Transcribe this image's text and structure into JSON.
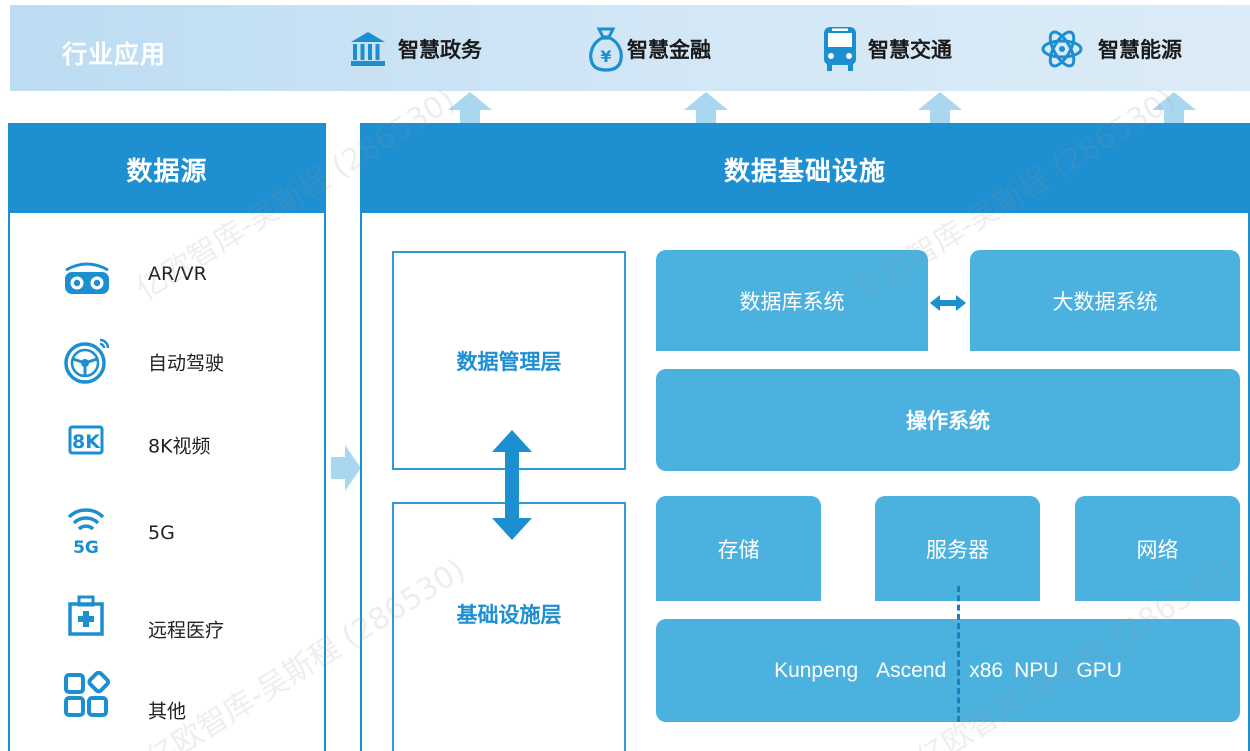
{
  "top_bar": {
    "title": "行业应用",
    "industries": [
      {
        "label": "智慧政务",
        "icon": "government-building-icon"
      },
      {
        "label": "智慧金融",
        "icon": "money-bag-icon"
      },
      {
        "label": "智慧交通",
        "icon": "bus-icon"
      },
      {
        "label": "智慧能源",
        "icon": "atom-icon"
      }
    ]
  },
  "data_source": {
    "title": "数据源",
    "items": [
      {
        "label": "AR/VR",
        "icon": "vr-headset-icon"
      },
      {
        "label": "自动驾驶",
        "icon": "steering-wheel-icon"
      },
      {
        "label": "8K视频",
        "icon": "8k-badge-icon"
      },
      {
        "label": "5G",
        "icon": "5g-signal-icon"
      },
      {
        "label": "远程医疗",
        "icon": "medical-kit-icon"
      },
      {
        "label": "其他",
        "icon": "other-apps-icon"
      }
    ]
  },
  "infrastructure": {
    "title": "数据基础设施",
    "data_mgmt_layer": "数据管理层",
    "infra_layer": "基础设施层",
    "database_system": "数据库系统",
    "bigdata_system": "大数据系统",
    "os": "操作系统",
    "storage": "存储",
    "server": "服务器",
    "network": "网络",
    "chips": [
      "Kunpeng",
      "Ascend",
      "x86",
      "NPU",
      "GPU"
    ]
  },
  "watermark": "亿欧智库-吴斯程 (286530)",
  "colors": {
    "primary_blue": "#1e8fd0",
    "block_blue": "#4bb1df",
    "arrow_blue": "#1b8fcf",
    "light_arrow": "#a9d7f0",
    "topbar_bg": "#c8e2f4"
  }
}
